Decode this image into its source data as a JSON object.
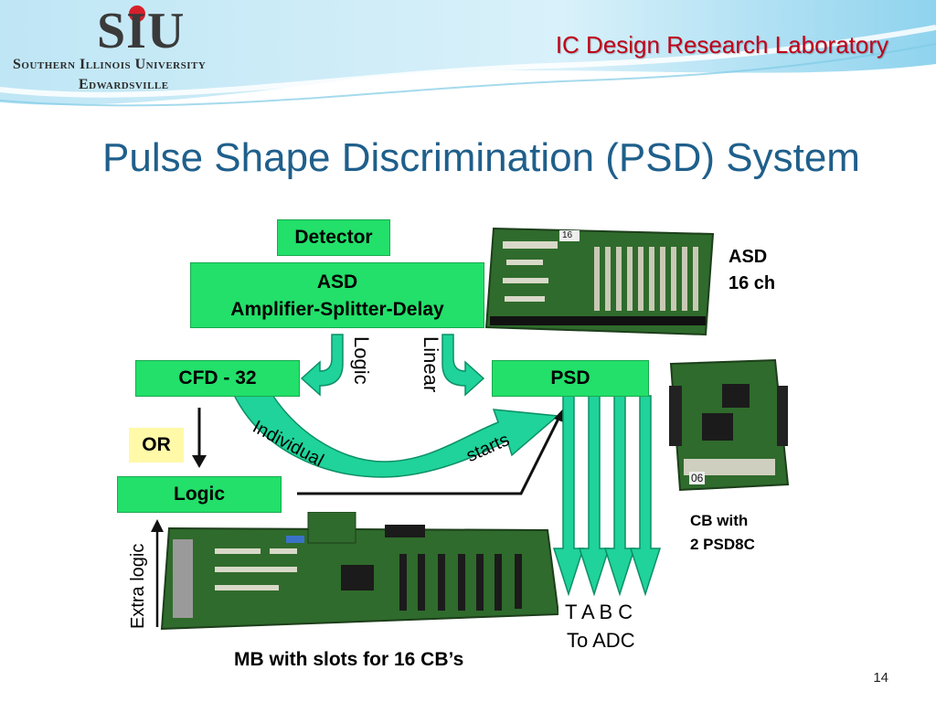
{
  "header": {
    "logo_text": "SIU",
    "university_line1": "Southern Illinois University",
    "university_line2": "Edwardsville",
    "lab_name": "IC Design Research Laboratory"
  },
  "slide": {
    "title": "Pulse Shape Discrimination (PSD) System",
    "page_number": "14"
  },
  "diagram": {
    "detector": "Detector",
    "asd_line1": "ASD",
    "asd_line2": "Amplifier-Splitter-Delay",
    "cfd": "CFD - 32",
    "psd": "PSD",
    "or": "OR",
    "logic": "Logic",
    "arrow_logic": "Logic",
    "arrow_linear": "Linear",
    "arc_individual": "Individual",
    "arc_starts": "starts",
    "extra_logic": "Extra logic",
    "outputs": "T A B C",
    "to_adc": "To ADC"
  },
  "boards": {
    "asd_caption_line1": "ASD",
    "asd_caption_line2": "16 ch",
    "asd_board_label": "16",
    "cb_caption_line1": "CB with",
    "cb_caption_line2": "2 PSD8C",
    "cb_board_label": "06",
    "mb_caption": "MB with slots for 16 CB’s"
  },
  "colors": {
    "box_green": "#22e06a",
    "arrow_teal": "#1fd39a",
    "or_yellow": "#fff9a8",
    "title_blue": "#1f5f8b",
    "lab_red": "#c0001a"
  }
}
